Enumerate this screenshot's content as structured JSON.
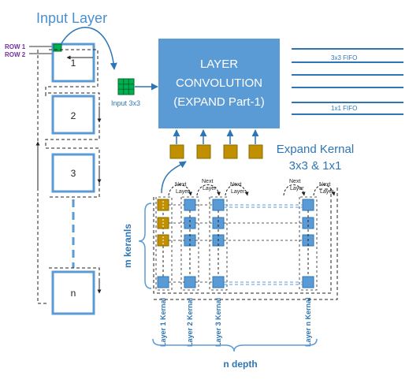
{
  "title": "Input Layer",
  "row1_label": "ROW 1",
  "row2_label": "ROW 2",
  "input_blocks": [
    "1",
    "2",
    "3",
    "n"
  ],
  "input_kernel_label": "Input 3x3",
  "conv_box": {
    "line1": "LAYER",
    "line2": "CONVOLUTION",
    "line3": "(EXPAND Part-1)"
  },
  "fifo_3x3": "3x3 FIFO",
  "fifo_1x1": "1x1 FIFO",
  "expand_kernel": {
    "line1": "Expand Kernal",
    "line2": "3x3 & 1x1"
  },
  "next_label": "Next",
  "layer_label": "Layer",
  "m_kernels_label": "m keranls",
  "layer_columns": [
    "Layer 1 Kernal",
    "Layer 2 Kernal",
    "Layer 3 Kernal",
    "Layer n Kernal"
  ],
  "n_depth_label": "n depth",
  "colors": {
    "accent_blue": "#5b9bd5",
    "dark_blue": "#2e75b6",
    "text_blue": "#4a8fd0",
    "gold": "#c09000",
    "gold_dark": "#8a6d00",
    "green": "#00b050",
    "green_dark": "#006b2e",
    "purple": "#7030a0"
  }
}
